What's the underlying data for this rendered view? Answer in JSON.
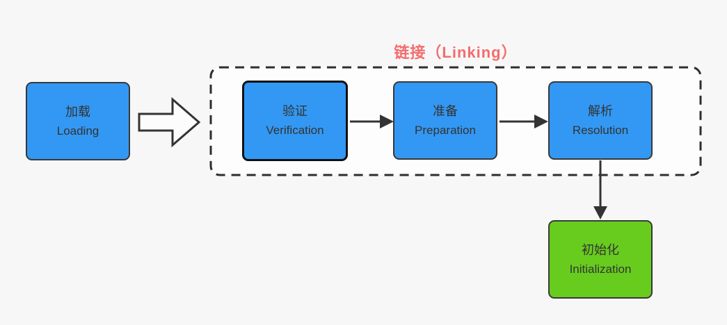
{
  "diagram": {
    "subject": "JVM class loading process flowchart",
    "background_color": "#f7f7f8",
    "group": {
      "title": "链接（Linking）",
      "title_color": "#f56c6c",
      "border_style": "dashed",
      "border_color": "#2e2e2e",
      "fill": "#fdfdfd",
      "members": [
        "verification",
        "preparation",
        "resolution"
      ]
    },
    "nodes": {
      "loading": {
        "zh": "加载",
        "en": "Loading",
        "fill": "#3398f3"
      },
      "verification": {
        "zh": "验证",
        "en": "Verification",
        "fill": "#3398f3"
      },
      "preparation": {
        "zh": "准备",
        "en": "Preparation",
        "fill": "#3398f3"
      },
      "resolution": {
        "zh": "解析",
        "en": "Resolution",
        "fill": "#3398f3"
      },
      "initialization": {
        "zh": "初始化",
        "en": "Initialization",
        "fill": "#68cc1e"
      }
    },
    "edges": [
      {
        "from": "loading",
        "to": "linking-group",
        "style": "large-outline-arrow"
      },
      {
        "from": "verification",
        "to": "preparation",
        "style": "solid-arrow"
      },
      {
        "from": "preparation",
        "to": "resolution",
        "style": "solid-arrow"
      },
      {
        "from": "resolution",
        "to": "initialization",
        "style": "solid-arrow"
      }
    ],
    "colors": {
      "node_border": "#383838",
      "node_text": "#333333",
      "arrow": "#333333",
      "big_arrow_fill": "#fcfcfc"
    }
  }
}
